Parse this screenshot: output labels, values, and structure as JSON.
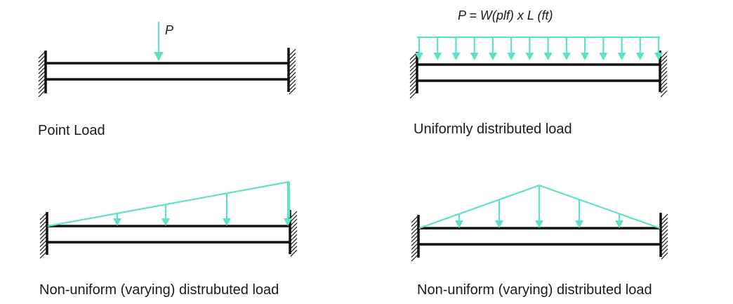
{
  "colors": {
    "load": "#5ee0c9",
    "beam": "#111111",
    "text": "#1a1a1a"
  },
  "panels": {
    "point": {
      "caption": "Point Load",
      "load_label": "P"
    },
    "uniform": {
      "caption": "Uniformly distributed load",
      "load_label": "P = W(plf) x L (ft)"
    },
    "varying": {
      "caption": "Non-uniform (varying) distrubuted load"
    },
    "triangular": {
      "caption": "Non-uniform (varying) distributed load"
    }
  }
}
